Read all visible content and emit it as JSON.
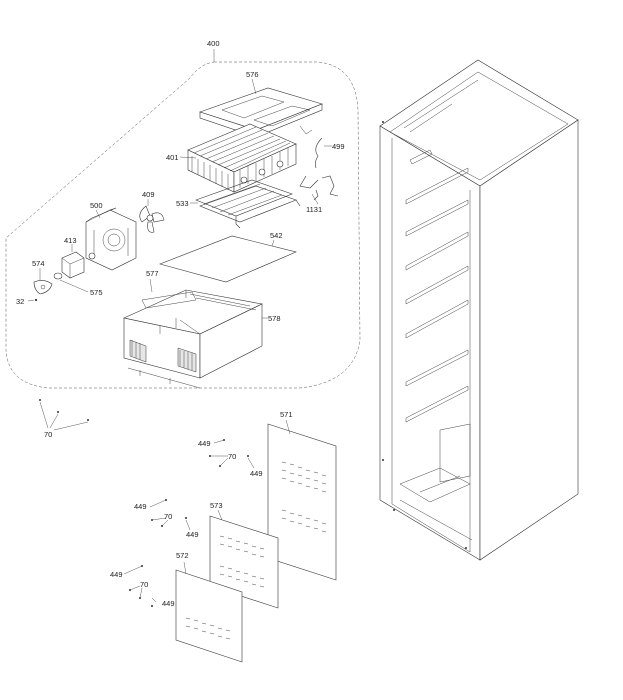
{
  "diagram": {
    "labels": {
      "p400": "400",
      "p576": "576",
      "p499": "499",
      "p401": "401",
      "p409": "409",
      "p533": "533",
      "p1131": "1131",
      "p500": "500",
      "p413": "413",
      "p542": "542",
      "p574": "574",
      "p577": "577",
      "p575": "575",
      "p32": "32",
      "p578": "578",
      "p70a": "70",
      "p571": "571",
      "p449a": "449",
      "p70b": "70",
      "p449b": "449",
      "p449c": "449",
      "p573": "573",
      "p70c": "70",
      "p449d": "449",
      "p572": "572",
      "p449e": "449",
      "p70d": "70",
      "p449f": "449"
    }
  }
}
